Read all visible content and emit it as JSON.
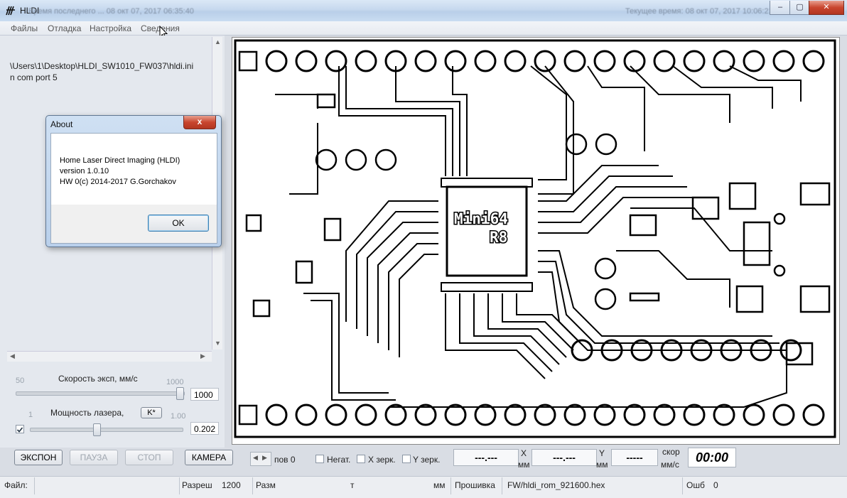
{
  "window": {
    "title": "HLDI",
    "ghost_left": "Время последнего ... 08 окт 07, 2017  06:35:40",
    "ghost_right": "Текущее время: 08 окт 07, 2017  10:06:21",
    "min_label": "–",
    "max_label": "▢",
    "close_label": "✕"
  },
  "menu": [
    "Файлы",
    "Отладка",
    "Настройка",
    "Сведения"
  ],
  "log": [
    "\\Users\\1\\Desktop\\HLDI_SW1010_FW037\\hldi.ini",
    "n com port 5"
  ],
  "speed": {
    "label": "Скорость эксп, мм/с",
    "min": "50",
    "max": "1000",
    "value": "1000",
    "level": 1.0
  },
  "laser": {
    "label": "Мощность лазера,",
    "kbtn": "K*",
    "min": "1",
    "max": "1.00",
    "value": "0.202",
    "level": 0.202
  },
  "buttons": {
    "expose": "ЭКСПОН",
    "pause": "ПАУЗА",
    "stop": "СТОП",
    "camera": "КАМЕРА"
  },
  "controls": {
    "rot_label": "пов 0",
    "negat": "Негат.",
    "xmirror": "X зерк.",
    "ymirror": "Y зерк.",
    "x_value": "---.---",
    "x_axis": "X",
    "x_unit": "мм",
    "y_value": "---.---",
    "y_axis": "Y",
    "y_unit": "мм",
    "speed_value": "-----",
    "speed_label": "скор",
    "speed_unit": "мм/с",
    "timer": "00:00"
  },
  "status": {
    "file_label": "Файл:",
    "res_label": "Разреш",
    "res_value": "1200",
    "size_label": "Разм",
    "t_label": "т",
    "mm_label": "мм",
    "fw_label": "Прошивка",
    "fw_value": "FW/hldi_rom_921600.hex",
    "err_label": "Ошб",
    "err_value": "0"
  },
  "pcb": {
    "label_line1": "Mini64",
    "label_line2": "R8"
  },
  "about": {
    "title": "About",
    "close": "x",
    "line1": "Home Laser Direct Imaging (HLDI)",
    "line2": "version 1.0.10",
    "line3": "HW    0(c) 2014-2017 G.Gorchakov",
    "ok": "OK"
  }
}
